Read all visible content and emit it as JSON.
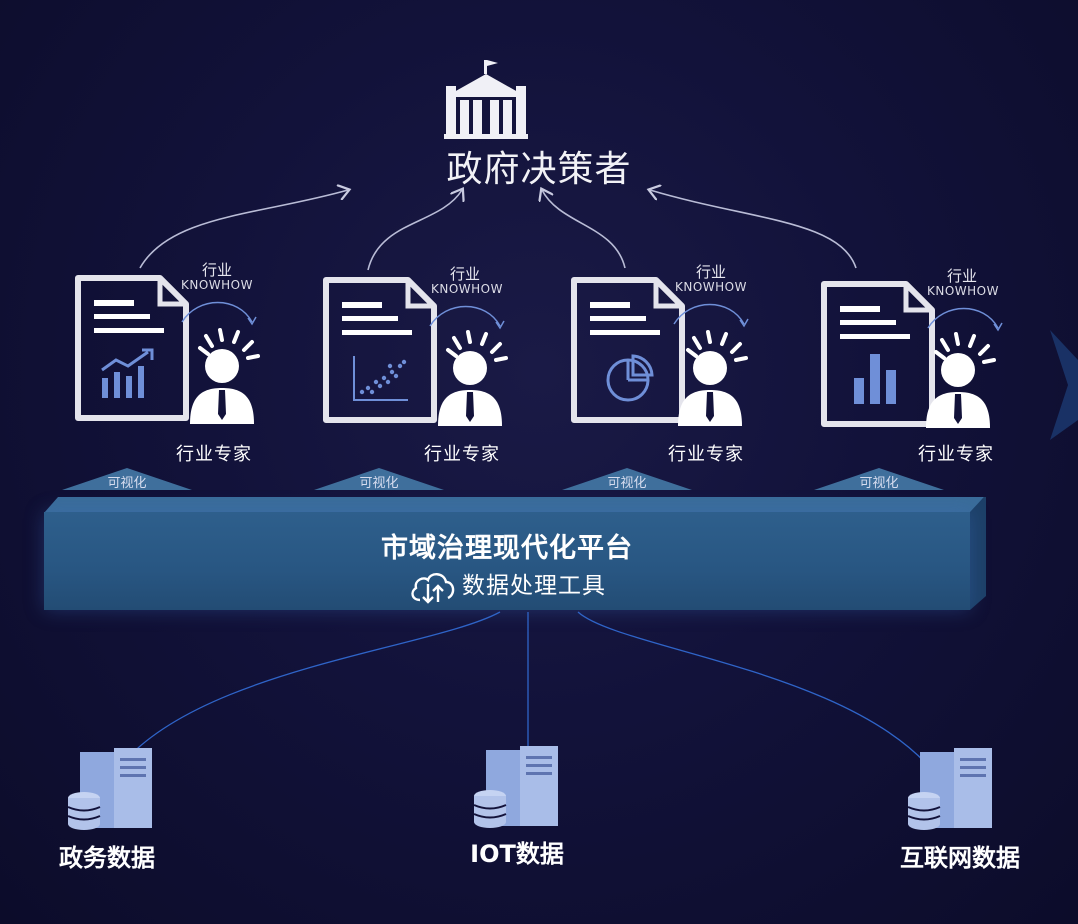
{
  "top": {
    "title": "政府决策者",
    "icon": "government-building-icon"
  },
  "experts": [
    {
      "knowhow_line1": "行业",
      "knowhow_line2": "KNOWHOW",
      "label": "行业专家",
      "doc_icon": "line-chart-icon"
    },
    {
      "knowhow_line1": "行业",
      "knowhow_line2": "KNOWHOW",
      "label": "行业专家",
      "doc_icon": "scatter-plot-icon"
    },
    {
      "knowhow_line1": "行业",
      "knowhow_line2": "KNOWHOW",
      "label": "行业专家",
      "doc_icon": "pie-chart-icon"
    },
    {
      "knowhow_line1": "行业",
      "knowhow_line2": "KNOWHOW",
      "label": "行业专家",
      "doc_icon": "bar-chart-icon"
    }
  ],
  "visualization_arrows": [
    "可视化",
    "可视化",
    "可视化",
    "可视化"
  ],
  "platform": {
    "title": "市域治理现代化平台",
    "subtitle": "数据处理工具",
    "icon": "cloud-transfer-icon"
  },
  "sources": [
    {
      "label": "政务数据",
      "icon": "server-database-icon"
    },
    {
      "label": "IOT数据",
      "icon": "server-database-icon"
    },
    {
      "label": "互联网数据",
      "icon": "server-database-icon"
    }
  ],
  "colors": {
    "background": "#12123a",
    "platform": "#2b5a88",
    "chart_icon": "#6f8fd8",
    "connector": "#2f64c8",
    "server": "#8fa8de"
  }
}
